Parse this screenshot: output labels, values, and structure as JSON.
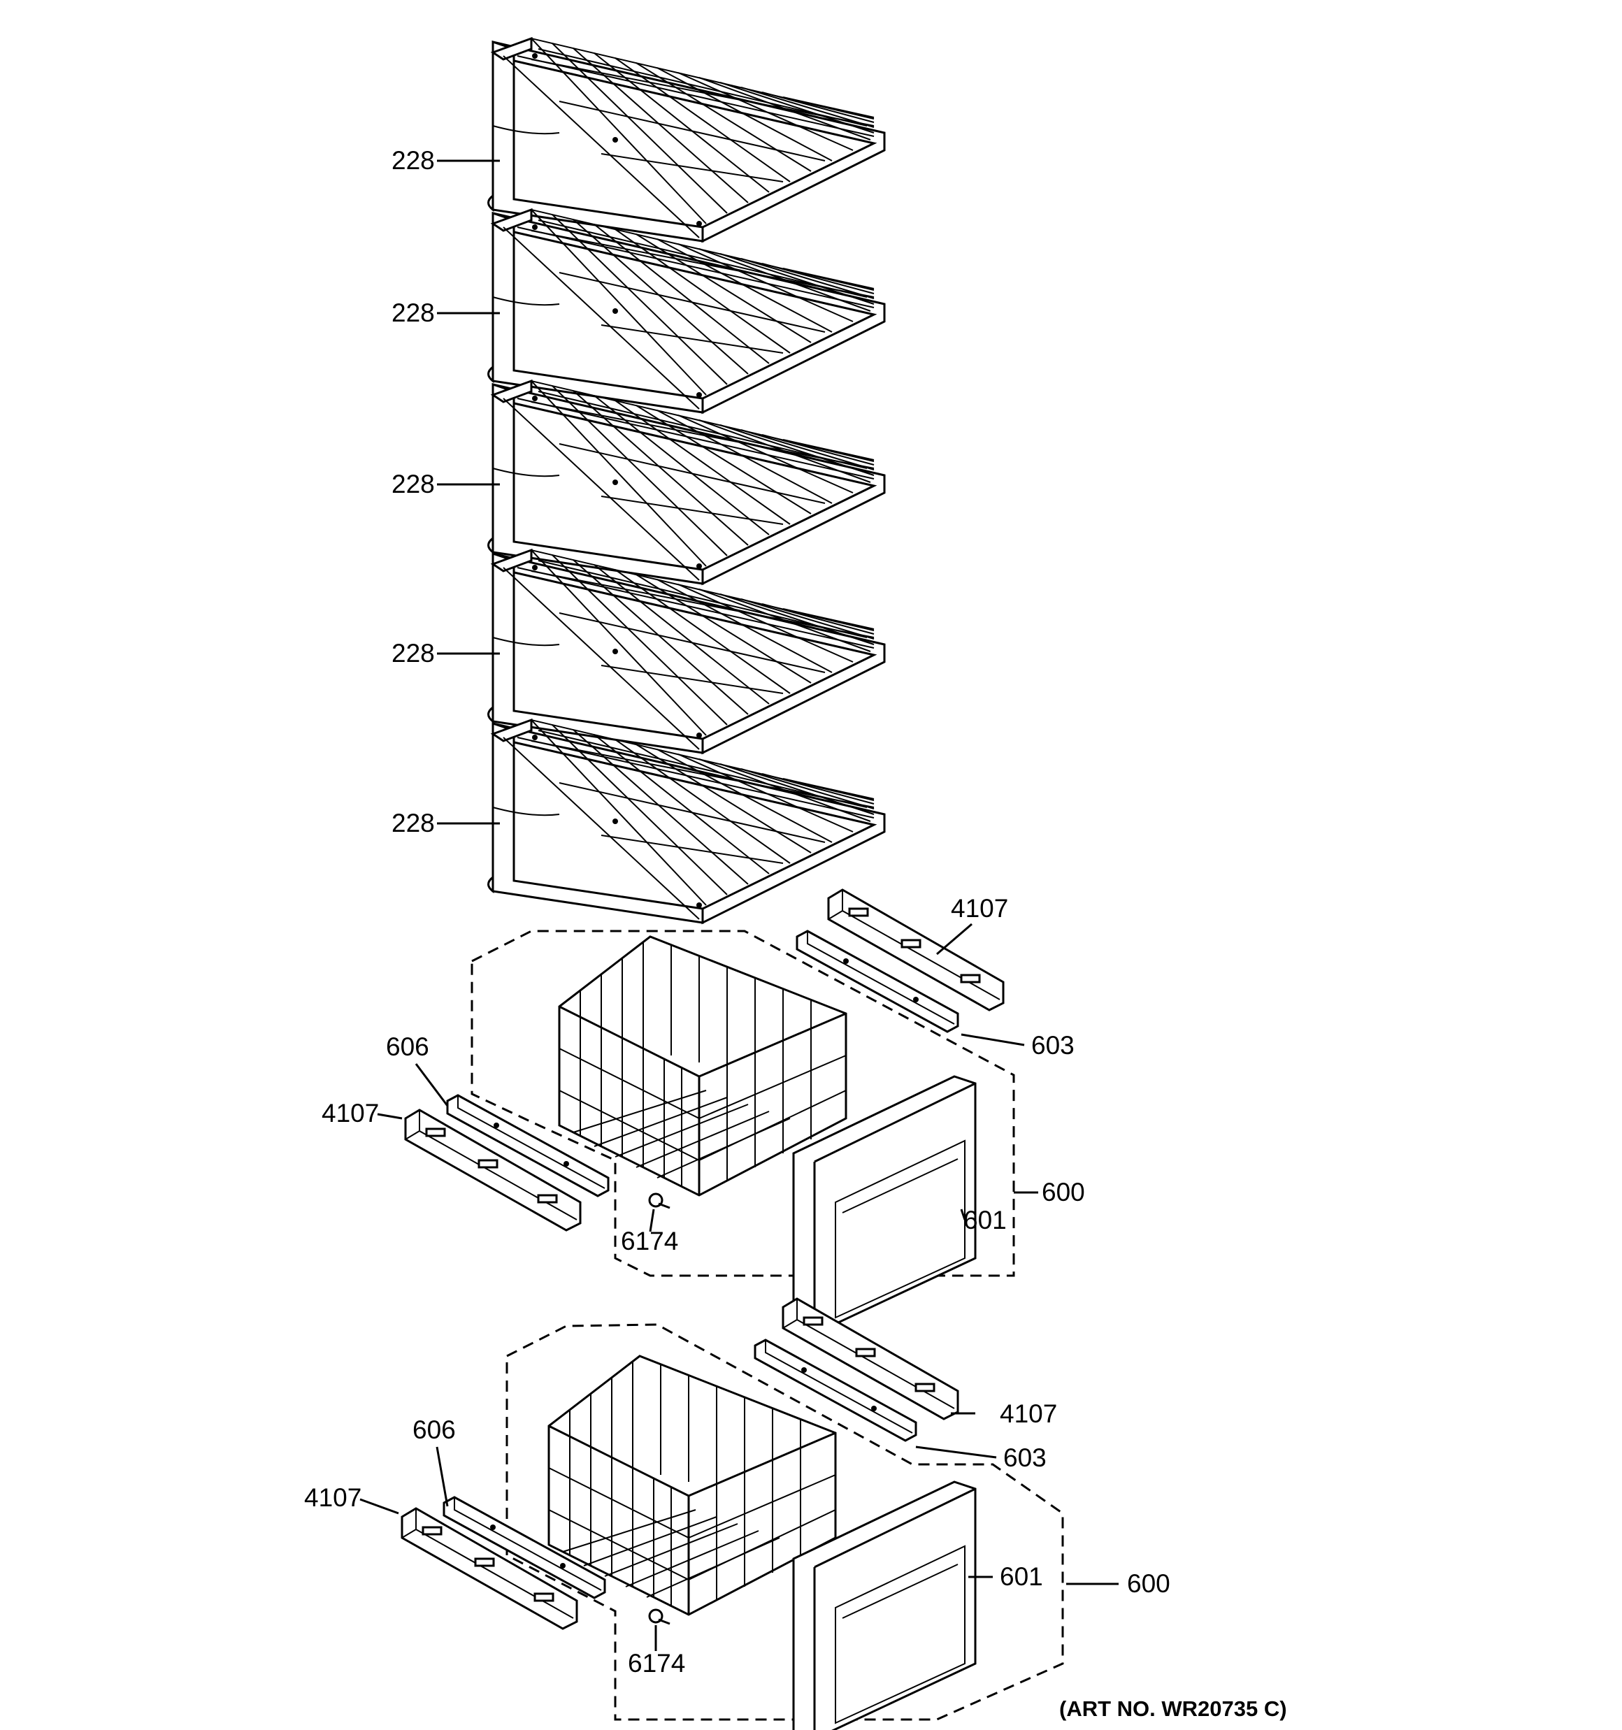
{
  "callouts": {
    "shelf_1": "228",
    "shelf_2": "228",
    "shelf_3": "228",
    "shelf_4": "228",
    "shelf_5": "228",
    "upper_slide_right": "4107",
    "upper_rail_right": "603",
    "upper_rail_left": "606",
    "upper_slide_left": "4107",
    "upper_drawer_assembly": "600",
    "upper_drawer_front": "601",
    "upper_screw": "6174",
    "lower_slide_right": "4107",
    "lower_rail_right": "603",
    "lower_rail_left": "606",
    "lower_slide_left": "4107",
    "lower_drawer_front": "601",
    "lower_drawer_assembly": "600",
    "lower_screw": "6174"
  },
  "art_number": "(ART NO. WR20735 C)"
}
